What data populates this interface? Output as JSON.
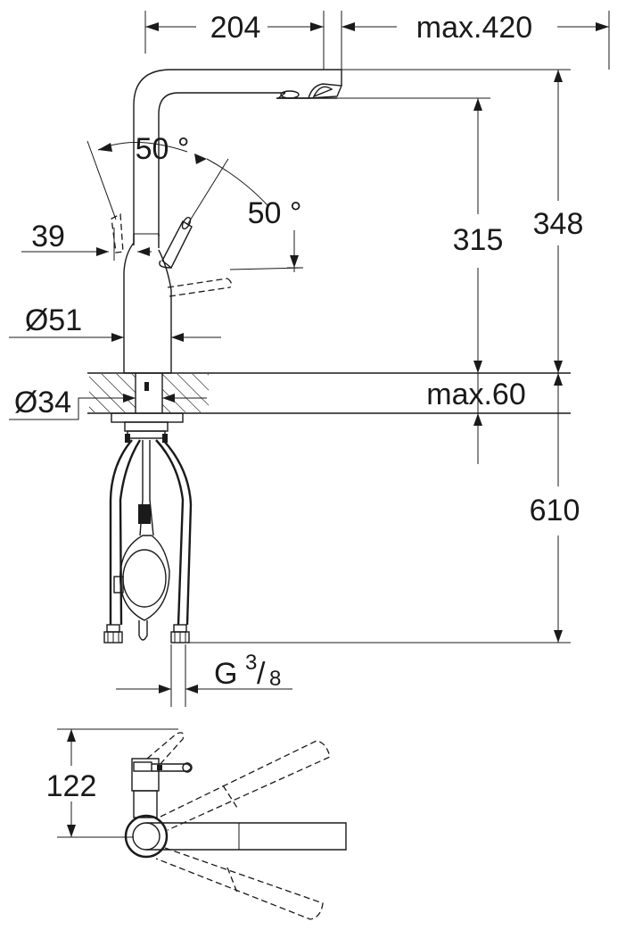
{
  "dimensions": {
    "reach": "204",
    "max_length": "max.420",
    "lever_angle_front": "50 °",
    "lever_angle_side": "50 °",
    "lever_offset": "39",
    "body_diameter": "Ø51",
    "spout_height": "315",
    "total_height": "348",
    "hole_diameter": "Ø34",
    "max_deck_thickness": "max.60",
    "hose_length": "610",
    "connection_thread_base": "G",
    "connection_thread_num": "3",
    "connection_thread_den": "8",
    "top_view_depth": "122"
  },
  "colors": {
    "ink": "#1a1a1a",
    "background": "#ffffff"
  }
}
